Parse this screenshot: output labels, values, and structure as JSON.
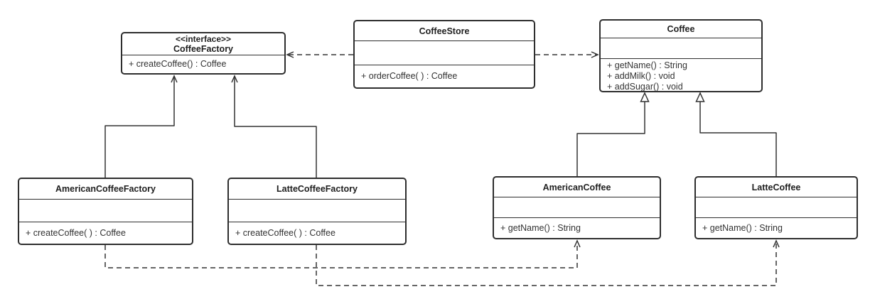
{
  "diagram": {
    "kind": "uml-class-diagram",
    "colors": {
      "line": "#333333",
      "box_border": "#2e2e2e",
      "box_fill": "#ffffff",
      "text": "#1f1f1f",
      "background": "#ffffff"
    }
  },
  "classes": {
    "coffee_factory": {
      "stereotype": "<<interface>>",
      "name": "CoffeeFactory",
      "attributes": [],
      "methods": [
        "+ createCoffee() : Coffee"
      ]
    },
    "coffee_store": {
      "name": "CoffeeStore",
      "attributes": [],
      "methods": [
        "+ orderCoffee( ) : Coffee"
      ]
    },
    "coffee": {
      "name": "Coffee",
      "attributes": [],
      "methods": [
        "+ getName() : String",
        "+ addMilk() : void",
        "+ addSugar() : void"
      ]
    },
    "american_coffee_factory": {
      "name": "AmericanCoffeeFactory",
      "attributes": [],
      "methods": [
        "+ createCoffee( ) : Coffee"
      ]
    },
    "latte_coffee_factory": {
      "name": "LatteCoffeeFactory",
      "attributes": [],
      "methods": [
        "+ createCoffee( ) : Coffee"
      ]
    },
    "american_coffee": {
      "name": "AmericanCoffee",
      "attributes": [],
      "methods": [
        "+ getName() : String"
      ]
    },
    "latte_coffee": {
      "name": "LatteCoffee",
      "attributes": [],
      "methods": [
        "+ getName() : String"
      ]
    }
  },
  "relationships": [
    {
      "from": "CoffeeStore",
      "to": "CoffeeFactory",
      "type": "dependency",
      "line": "dashed",
      "arrowhead": "open"
    },
    {
      "from": "CoffeeStore",
      "to": "Coffee",
      "type": "dependency",
      "line": "dashed",
      "arrowhead": "open"
    },
    {
      "from": "AmericanCoffeeFactory",
      "to": "CoffeeFactory",
      "type": "realization",
      "line": "solid",
      "arrowhead": "open"
    },
    {
      "from": "LatteCoffeeFactory",
      "to": "CoffeeFactory",
      "type": "realization",
      "line": "solid",
      "arrowhead": "open"
    },
    {
      "from": "AmericanCoffee",
      "to": "Coffee",
      "type": "generalization",
      "line": "solid",
      "arrowhead": "hollow-triangle"
    },
    {
      "from": "LatteCoffee",
      "to": "Coffee",
      "type": "generalization",
      "line": "solid",
      "arrowhead": "hollow-triangle"
    },
    {
      "from": "AmericanCoffeeFactory",
      "to": "AmericanCoffee",
      "type": "dependency",
      "line": "dashed",
      "arrowhead": "open"
    },
    {
      "from": "LatteCoffeeFactory",
      "to": "LatteCoffee",
      "type": "dependency",
      "line": "dashed",
      "arrowhead": "open"
    }
  ]
}
